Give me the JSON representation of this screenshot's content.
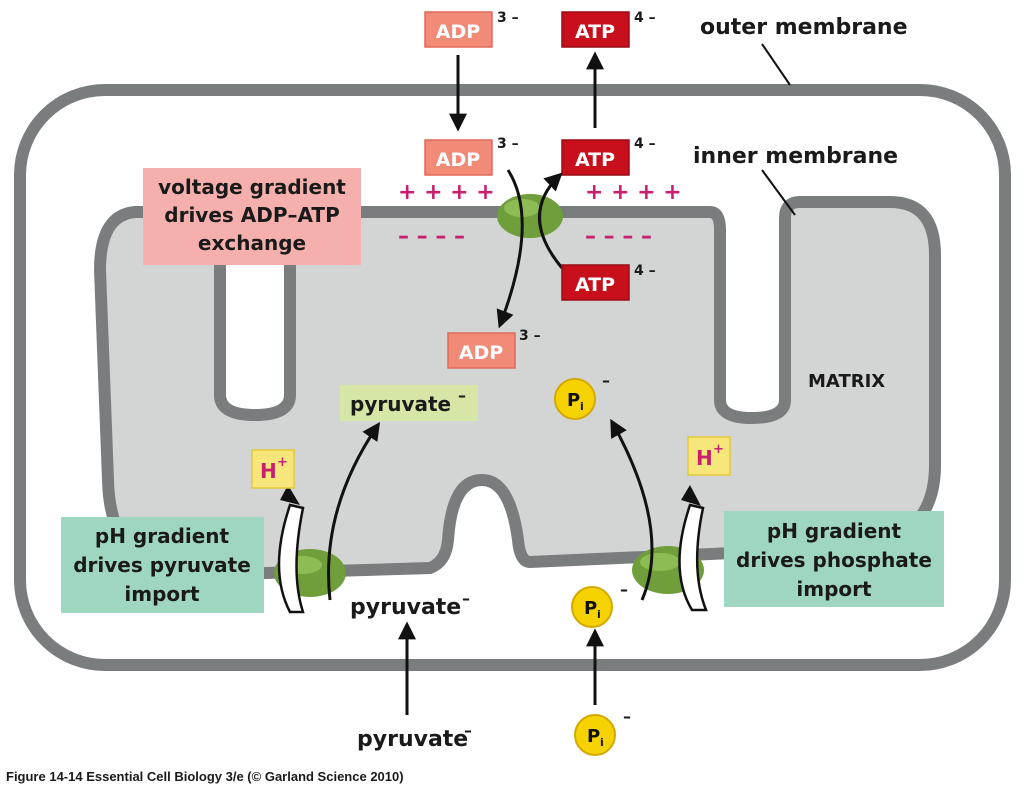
{
  "labels": {
    "outer_membrane": "outer membrane",
    "inner_membrane": "inner membrane",
    "matrix": "MATRIX",
    "caption": "Figure 14-14  Essential Cell Biology 3/e (© Garland Science 2010)"
  },
  "boxes": {
    "voltage": [
      "voltage gradient",
      "drives ADP–ATP",
      "exchange"
    ],
    "ph_pyruvate": [
      "pH gradient",
      "drives pyruvate",
      "import"
    ],
    "ph_phosphate": [
      "pH gradient",
      "drives phosphate",
      "import"
    ]
  },
  "molecules": {
    "adp": "ADP",
    "atp": "ATP",
    "adp_charge": "3 –",
    "atp_charge": "4 –",
    "pyruvate": "pyruvate",
    "pyruvate_charge": "–",
    "pi_main": "P",
    "pi_sub": "i",
    "pi_charge": "–",
    "h_main": "H",
    "h_sup": "+"
  },
  "membrane_charges": {
    "plus": "+ + + +",
    "minus": "– – – –"
  },
  "colors": {
    "membrane": "#7a7d7e",
    "matrix": "#d3d5d4",
    "adp_fill": "#f28a78",
    "atp_fill": "#c8101c",
    "voltage_box": "#f5b0ad",
    "ph_box": "#9fd6c0",
    "pyruvate_box": "#d6e6a6",
    "pi_fill": "#f6d200",
    "h_fill": "#f7e77a",
    "transporter": "#6f9e3a",
    "charge_color": "#c8206f"
  },
  "icons": [
    "transporter-protein-icon",
    "phosphate-icon",
    "proton-icon"
  ]
}
